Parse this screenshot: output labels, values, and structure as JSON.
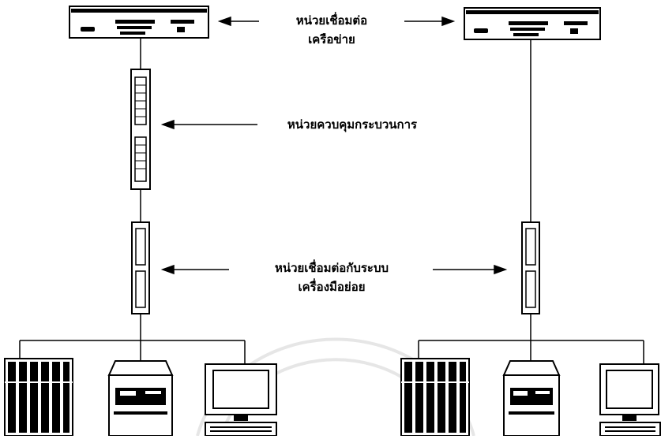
{
  "labels": {
    "network_interface_line1": "หน่วยเชื่อมต่อ",
    "network_interface_line2": "เครือข่าย",
    "process_control_unit": "หน่วยควบคุมกระบวนการ",
    "subsystem_interface_line1": "หน่วยเชื่อมต่อกับระบบ",
    "subsystem_interface_line2": "เครื่องมือย่อย"
  },
  "colors": {
    "ink": "#000000",
    "paper": "#ffffff",
    "watermark": "#e6e6e6"
  },
  "icons": [
    "network-interface-unit-icon",
    "process-control-unit-icon",
    "subsystem-interface-unit-icon",
    "rack-device-icon",
    "printer-icon",
    "computer-terminal-icon"
  ]
}
